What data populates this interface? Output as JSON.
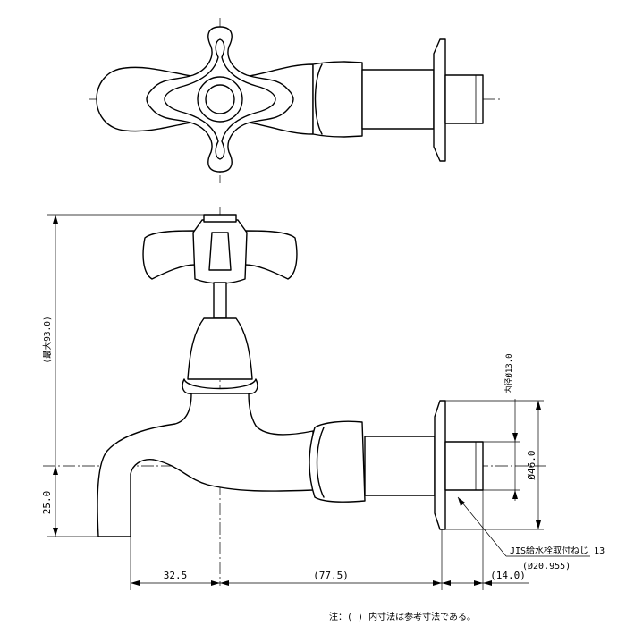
{
  "dimensions": {
    "overall_height": "(最大93.0)",
    "spout_height": "25.0",
    "spout_offset": "32.5",
    "body_length": "(77.5)",
    "thread_length": "(14.0)",
    "inner_diameter": "内径Ø13.0",
    "flange_diameter": "Ø46.0"
  },
  "callout": {
    "thread_spec": "JIS給水栓取付ねじ 13",
    "thread_diameter": "(Ø20.955)"
  },
  "note": "注：( ) 内寸法は参考寸法である。"
}
